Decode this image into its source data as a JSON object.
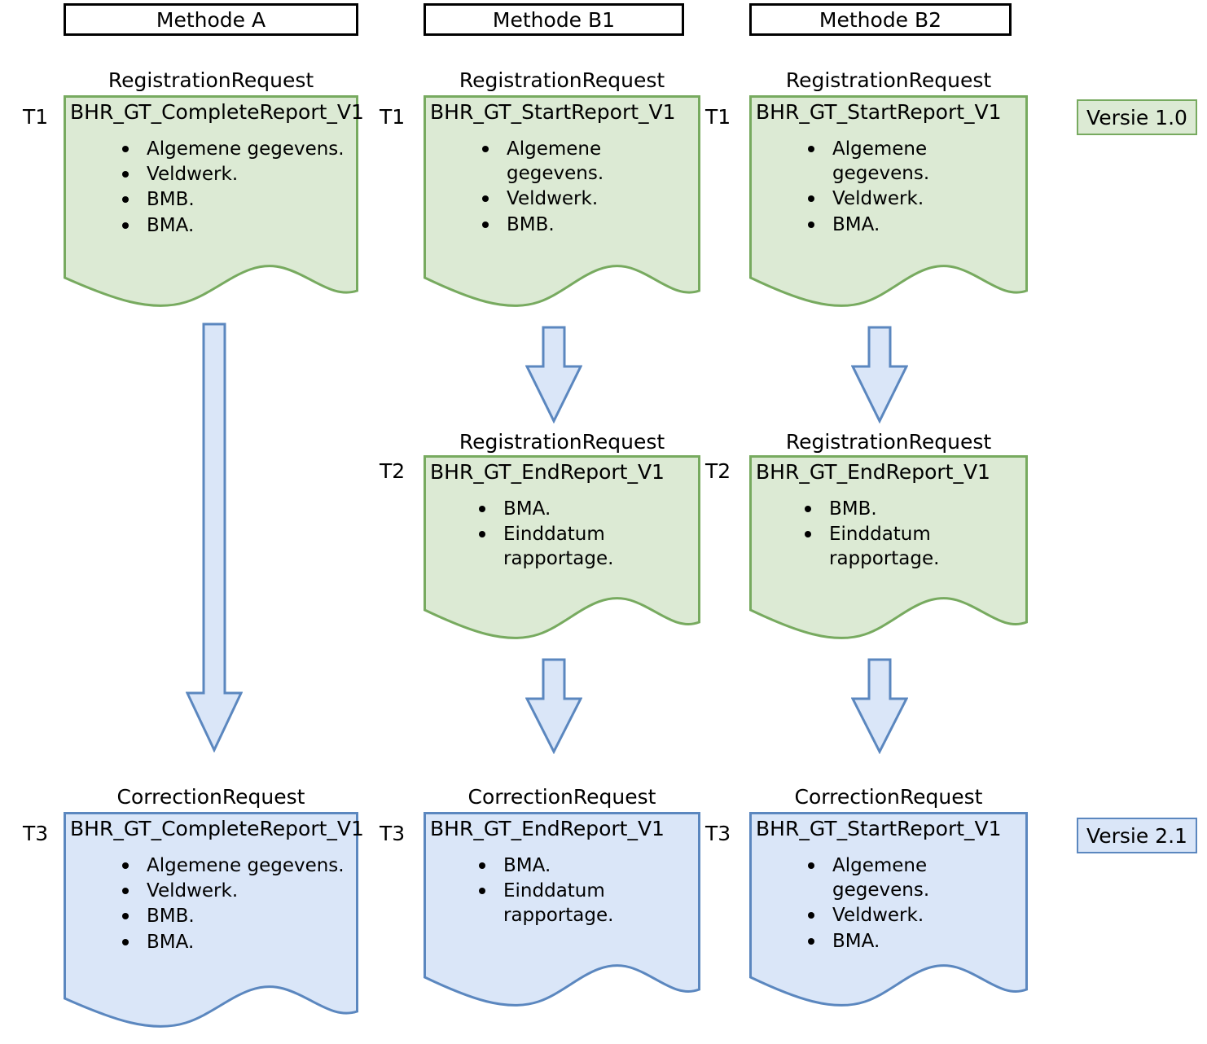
{
  "colors": {
    "green_fill": "#dcead4",
    "green_stroke": "#77aa5f",
    "blue_fill": "#dae6f8",
    "blue_stroke": "#5b87bf",
    "header_stroke": "#000000",
    "page_background": "#ffffff"
  },
  "headers": [
    {
      "label": "Methode A"
    },
    {
      "label": "Methode B1"
    },
    {
      "label": "Methode B2"
    }
  ],
  "legend": [
    {
      "label": "Versie 1.0",
      "style": "green"
    },
    {
      "label": "Versie 2.1",
      "style": "blue"
    }
  ],
  "cards": {
    "a_t1": {
      "caption": "RegistrationRequest",
      "time_label": "T1",
      "title": "BHR_GT_CompleteReport_V1",
      "items": [
        "Algemene gegevens.",
        "Veldwerk.",
        "BMB.",
        "BMA."
      ]
    },
    "a_t3": {
      "caption": "CorrectionRequest",
      "time_label": "T3",
      "title": "BHR_GT_CompleteReport_V1",
      "items": [
        "Algemene gegevens.",
        "Veldwerk.",
        "BMB.",
        "BMA."
      ]
    },
    "b1_t1": {
      "caption": "RegistrationRequest",
      "time_label": "T1",
      "title": "BHR_GT_StartReport_V1",
      "items": [
        "Algemene gegevens.",
        "Veldwerk.",
        "BMB."
      ]
    },
    "b1_t2": {
      "caption": "RegistrationRequest",
      "time_label": "T2",
      "title": "BHR_GT_EndReport_V1",
      "items": [
        "BMA.",
        "Einddatum rapportage."
      ]
    },
    "b1_t3": {
      "caption": "CorrectionRequest",
      "time_label": "T3",
      "title": "BHR_GT_EndReport_V1",
      "items": [
        "BMA.",
        "Einddatum rapportage."
      ]
    },
    "b2_t1": {
      "caption": "RegistrationRequest",
      "time_label": "T1",
      "title": "BHR_GT_StartReport_V1",
      "items": [
        "Algemene gegevens.",
        "Veldwerk.",
        "BMA."
      ]
    },
    "b2_t2": {
      "caption": "RegistrationRequest",
      "time_label": "T2",
      "title": "BHR_GT_EndReport_V1",
      "items": [
        "BMB.",
        "Einddatum rapportage."
      ]
    },
    "b2_t3": {
      "caption": "CorrectionRequest",
      "time_label": "T3",
      "title": "BHR_GT_StartReport_V1",
      "items": [
        "Algemene gegevens.",
        "Veldwerk.",
        "BMA."
      ]
    }
  }
}
